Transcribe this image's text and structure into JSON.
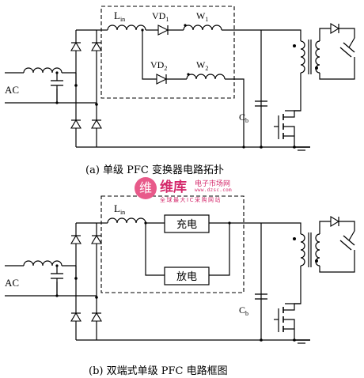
{
  "diagram_a": {
    "labels": {
      "ac": "AC",
      "lin": "L",
      "lin_sub": "in",
      "vd1": "VD",
      "vd1_sub": "1",
      "vd2": "VD",
      "vd2_sub": "2",
      "w1": "W",
      "w1_sub": "1",
      "w2": "W",
      "w2_sub": "2",
      "cb": "C",
      "cb_sub": "b"
    },
    "caption": "(a) 单级 PFC 变换器电路拓扑"
  },
  "diagram_b": {
    "labels": {
      "ac": "AC",
      "lin": "L",
      "lin_sub": "in",
      "charge": "充电",
      "discharge": "放电",
      "cb": "C",
      "cb_sub": "b"
    },
    "caption": "(b) 双端式单级 PFC 电路框图"
  },
  "watermark": {
    "logo_glyph": "维",
    "main": "维库",
    "side": "电子市场网",
    "url": "www.dzsc.com",
    "sub": "全球最大IC采购网站"
  },
  "colors": {
    "ink": "#000000",
    "watermark": "#d4286b"
  }
}
